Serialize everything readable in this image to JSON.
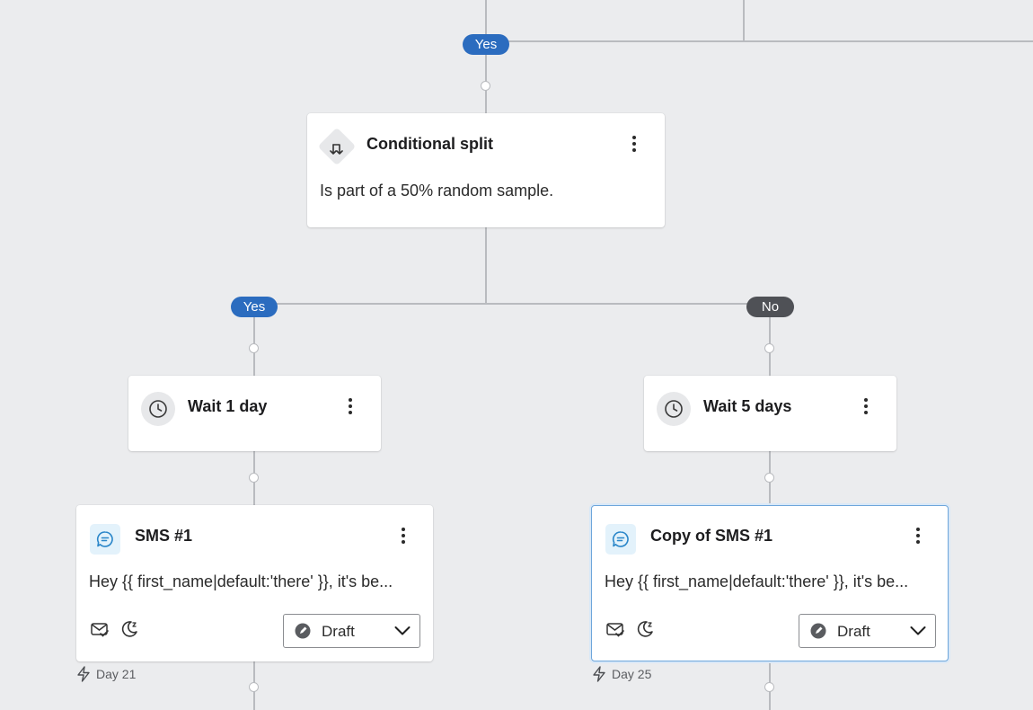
{
  "branches": {
    "top_yes": "Yes",
    "split_yes": "Yes",
    "split_no": "No"
  },
  "conditional_split": {
    "title": "Conditional split",
    "description": "Is part of a 50% random sample.",
    "icon": "split-arrows-icon"
  },
  "wait_left": {
    "title": "Wait 1 day",
    "icon": "clock-icon"
  },
  "wait_right": {
    "title": "Wait 5 days",
    "icon": "clock-icon"
  },
  "sms_left": {
    "title": "SMS #1",
    "preview": "Hey {{ first_name|default:'there' }}, it's be...",
    "status": "Draft",
    "day": "Day 21",
    "icons": [
      "message-icon",
      "email-check-icon",
      "moon-icon",
      "status-icon",
      "chevron-down-icon",
      "lightning-icon"
    ]
  },
  "sms_right": {
    "title": "Copy of SMS #1",
    "preview": "Hey {{ first_name|default:'there' }}, it's be...",
    "status": "Draft",
    "day": "Day 25"
  },
  "colors": {
    "canvas": "#ebecee",
    "yes_pill": "#2b6cbf",
    "no_pill": "#4f5156",
    "connector": "#b9bbbf",
    "selected_border": "#6ea6db",
    "sms_icon_bg": "#e3f2fb",
    "sms_icon_fg": "#2a86c9"
  }
}
